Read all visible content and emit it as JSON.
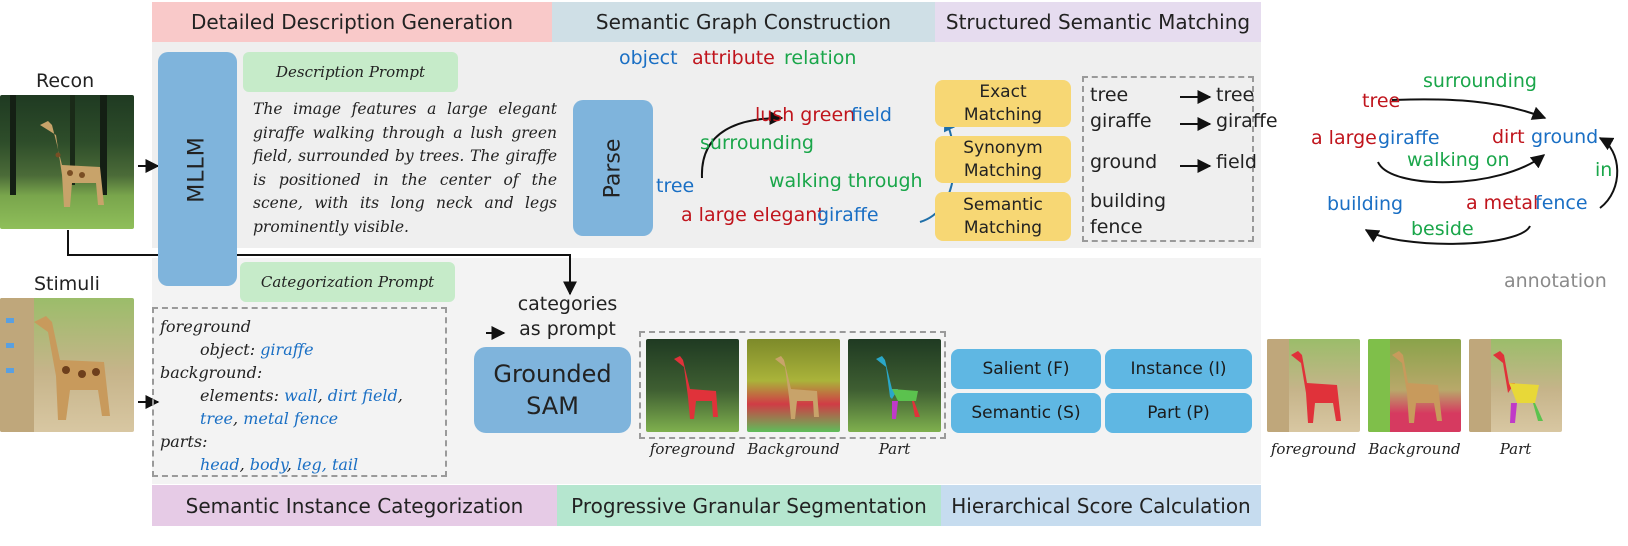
{
  "headers": {
    "top": [
      "Detailed Description Generation",
      "Semantic Graph Construction",
      "Structured Semantic Matching"
    ],
    "bottom": [
      "Semantic Instance Categorization",
      "Progressive Granular Segmentation",
      "Hierarchical Score Calculation"
    ]
  },
  "images": {
    "recon_label": "Recon",
    "stimuli_label": "Stimuli"
  },
  "mllm_label": "MLLM",
  "description_prompt": {
    "title": "Description Prompt",
    "text": "The image features a large elegant giraffe walking through a lush green field, surrounded by trees. The giraffe is positioned in the center of the scene, with its long neck and legs prominently visible."
  },
  "categorization_prompt": {
    "title": "Categorization Prompt",
    "foreground": "foreground",
    "object_key": "object:",
    "object_val": "giraffe",
    "background": "background:",
    "elements_key": "elements:",
    "elements_vals": [
      "wall",
      "dirt field",
      "tree",
      "metal fence"
    ],
    "parts": "parts:",
    "parts_vals": [
      "head",
      "body",
      "leg, tail"
    ]
  },
  "legend": {
    "object": "object",
    "attribute": "attribute",
    "relation": "relation"
  },
  "parse_label": "Parse",
  "graph": {
    "lush_green": "lush green",
    "field": "field",
    "surrounding": "surrounding",
    "tree": "tree",
    "walking_through": "walking through",
    "a_large_elegant": "a large elegant",
    "giraffe": "giraffe"
  },
  "matching": [
    "Exact\nMatching",
    "Synonym\nMatching",
    "Semantic\nMatching"
  ],
  "match_list": {
    "rows": [
      {
        "from": "tree",
        "to": "tree"
      },
      {
        "from": "giraffe",
        "to": "giraffe"
      },
      {
        "from": "ground",
        "to": "field"
      }
    ],
    "unmatched": [
      "building",
      "fence"
    ]
  },
  "annotation_graph": {
    "tree": "tree",
    "surrounding": "surrounding",
    "a_large": "a large",
    "giraffe": "giraffe",
    "dirt": "dirt",
    "ground": "ground",
    "walking_on": "walking on",
    "in": "in",
    "building": "building",
    "a_metal": "a metal",
    "fence": "fence",
    "beside": "beside",
    "annotation": "annotation"
  },
  "categories_as_prompt": "categories\nas prompt",
  "grounded_sam": "Grounded\nSAM",
  "seg_captions": [
    "foreground",
    "Background",
    "Part"
  ],
  "score_buttons": [
    "Salient (F)",
    "Instance (I)",
    "Semantic (S)",
    "Part (P)"
  ],
  "annot_captions": [
    "foreground",
    "Background",
    "Part"
  ],
  "colors": {
    "header1": "#f9c9c9",
    "header2": "#cfdfe6",
    "header3": "#e6dcef",
    "footer1": "#e6cbe6",
    "footer2": "#b5e6cf",
    "footer3": "#c6dcef",
    "mllm": "#7fb4dc",
    "prompt_tag": "#c6ebc9",
    "panel": "#f0f0f0"
  }
}
